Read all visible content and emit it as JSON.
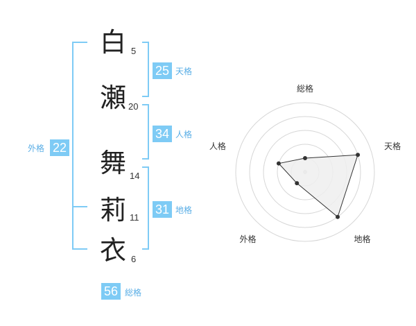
{
  "name": {
    "chars": [
      {
        "char": "白",
        "strokes": "5"
      },
      {
        "char": "瀬",
        "strokes": "20"
      },
      {
        "char": "舞",
        "strokes": "14"
      },
      {
        "char": "莉",
        "strokes": "11"
      },
      {
        "char": "衣",
        "strokes": "6"
      }
    ]
  },
  "fortune": {
    "tenkaku": {
      "value": "25",
      "label": "天格"
    },
    "jinkaku": {
      "value": "34",
      "label": "人格"
    },
    "chikaku": {
      "value": "31",
      "label": "地格"
    },
    "gaikaku": {
      "value": "22",
      "label": "外格"
    },
    "soukaku": {
      "value": "56",
      "label": "総格"
    }
  },
  "colors": {
    "accent": "#7ecbf5",
    "accent_text": "#5aaee6",
    "radar_fill": "#eeeeee",
    "radar_line": "#333333"
  },
  "chart_data": {
    "type": "radar",
    "axes": [
      "総格",
      "天格",
      "地格",
      "外格",
      "人格"
    ],
    "values": [
      1,
      4,
      4,
      1,
      2
    ],
    "max": 5,
    "rings": 5,
    "grid": true
  }
}
